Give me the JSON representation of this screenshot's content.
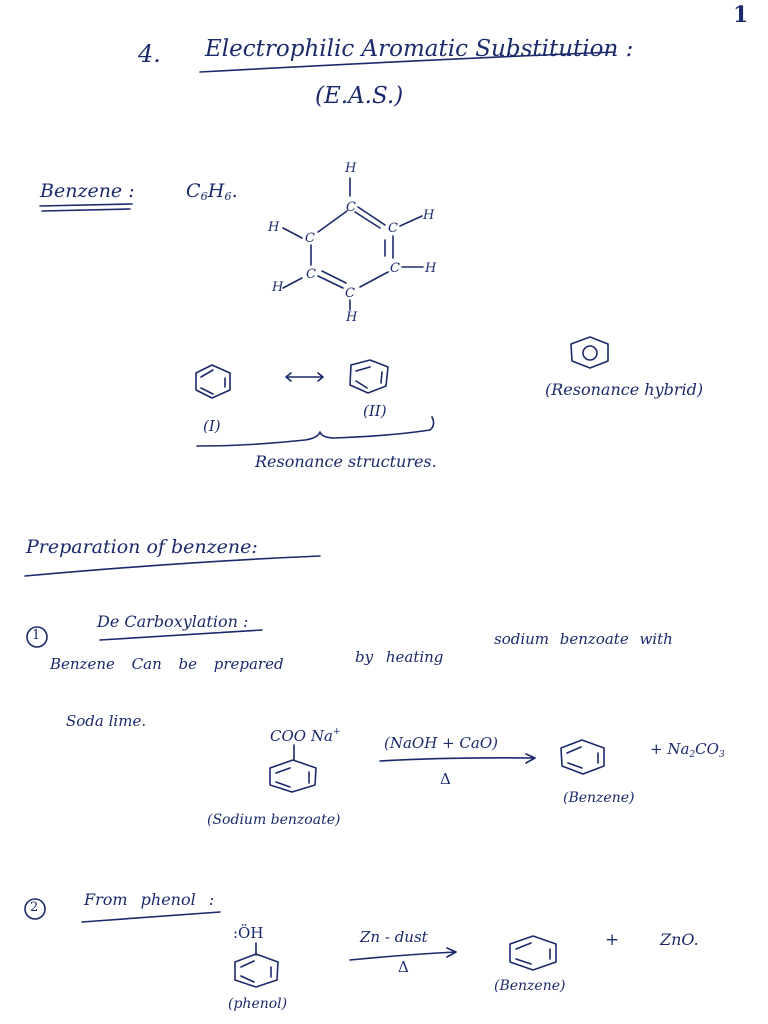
{
  "page_number": "1",
  "header": {
    "number": "4.",
    "title": "Electrophilic Aromatic Substitution :",
    "abbrev": "(E.A.S.)"
  },
  "benzene": {
    "label": "Benzene :",
    "formula_c": "C",
    "formula_c_sub": "6",
    "formula_h": "H",
    "formula_h_sub": "6",
    "formula_tail": ".",
    "atom_c": "C",
    "atom_h": "H"
  },
  "resonance": {
    "label_1": "(I)",
    "label_2": "(II)",
    "caption": "Resonance structures.",
    "hybrid_caption": "(Resonance hybrid)"
  },
  "preparation": {
    "heading": "Preparation of benzene:",
    "method1": {
      "number": "1",
      "title": "De Carboxylation :",
      "text_line1_a": "Benzene Can be prepared",
      "text_line1_b": "by heating",
      "text_line1_c": "sodium benzoate with",
      "text_line2": "Soda lime.",
      "substituent": "COO",
      "substituent_na": "Na",
      "substituent_sup": "+",
      "reagent": "(NaOH + CaO)",
      "heat": "Δ",
      "byproduct_plus": "+",
      "byproduct": "Na",
      "byproduct_sub1": "2",
      "byproduct_co": "CO",
      "byproduct_sub2": "3",
      "reactant_name": "(Sodium benzoate)",
      "product_name": "(Benzene)"
    },
    "method2": {
      "number": "2",
      "title": "From phenol :",
      "substituent": ":ÖH",
      "reagent": "Zn - dust",
      "heat": "Δ",
      "plus": "+",
      "byproduct": "ZnO.",
      "reactant_name": "(phenol)",
      "product_name": "(Benzene)"
    }
  }
}
